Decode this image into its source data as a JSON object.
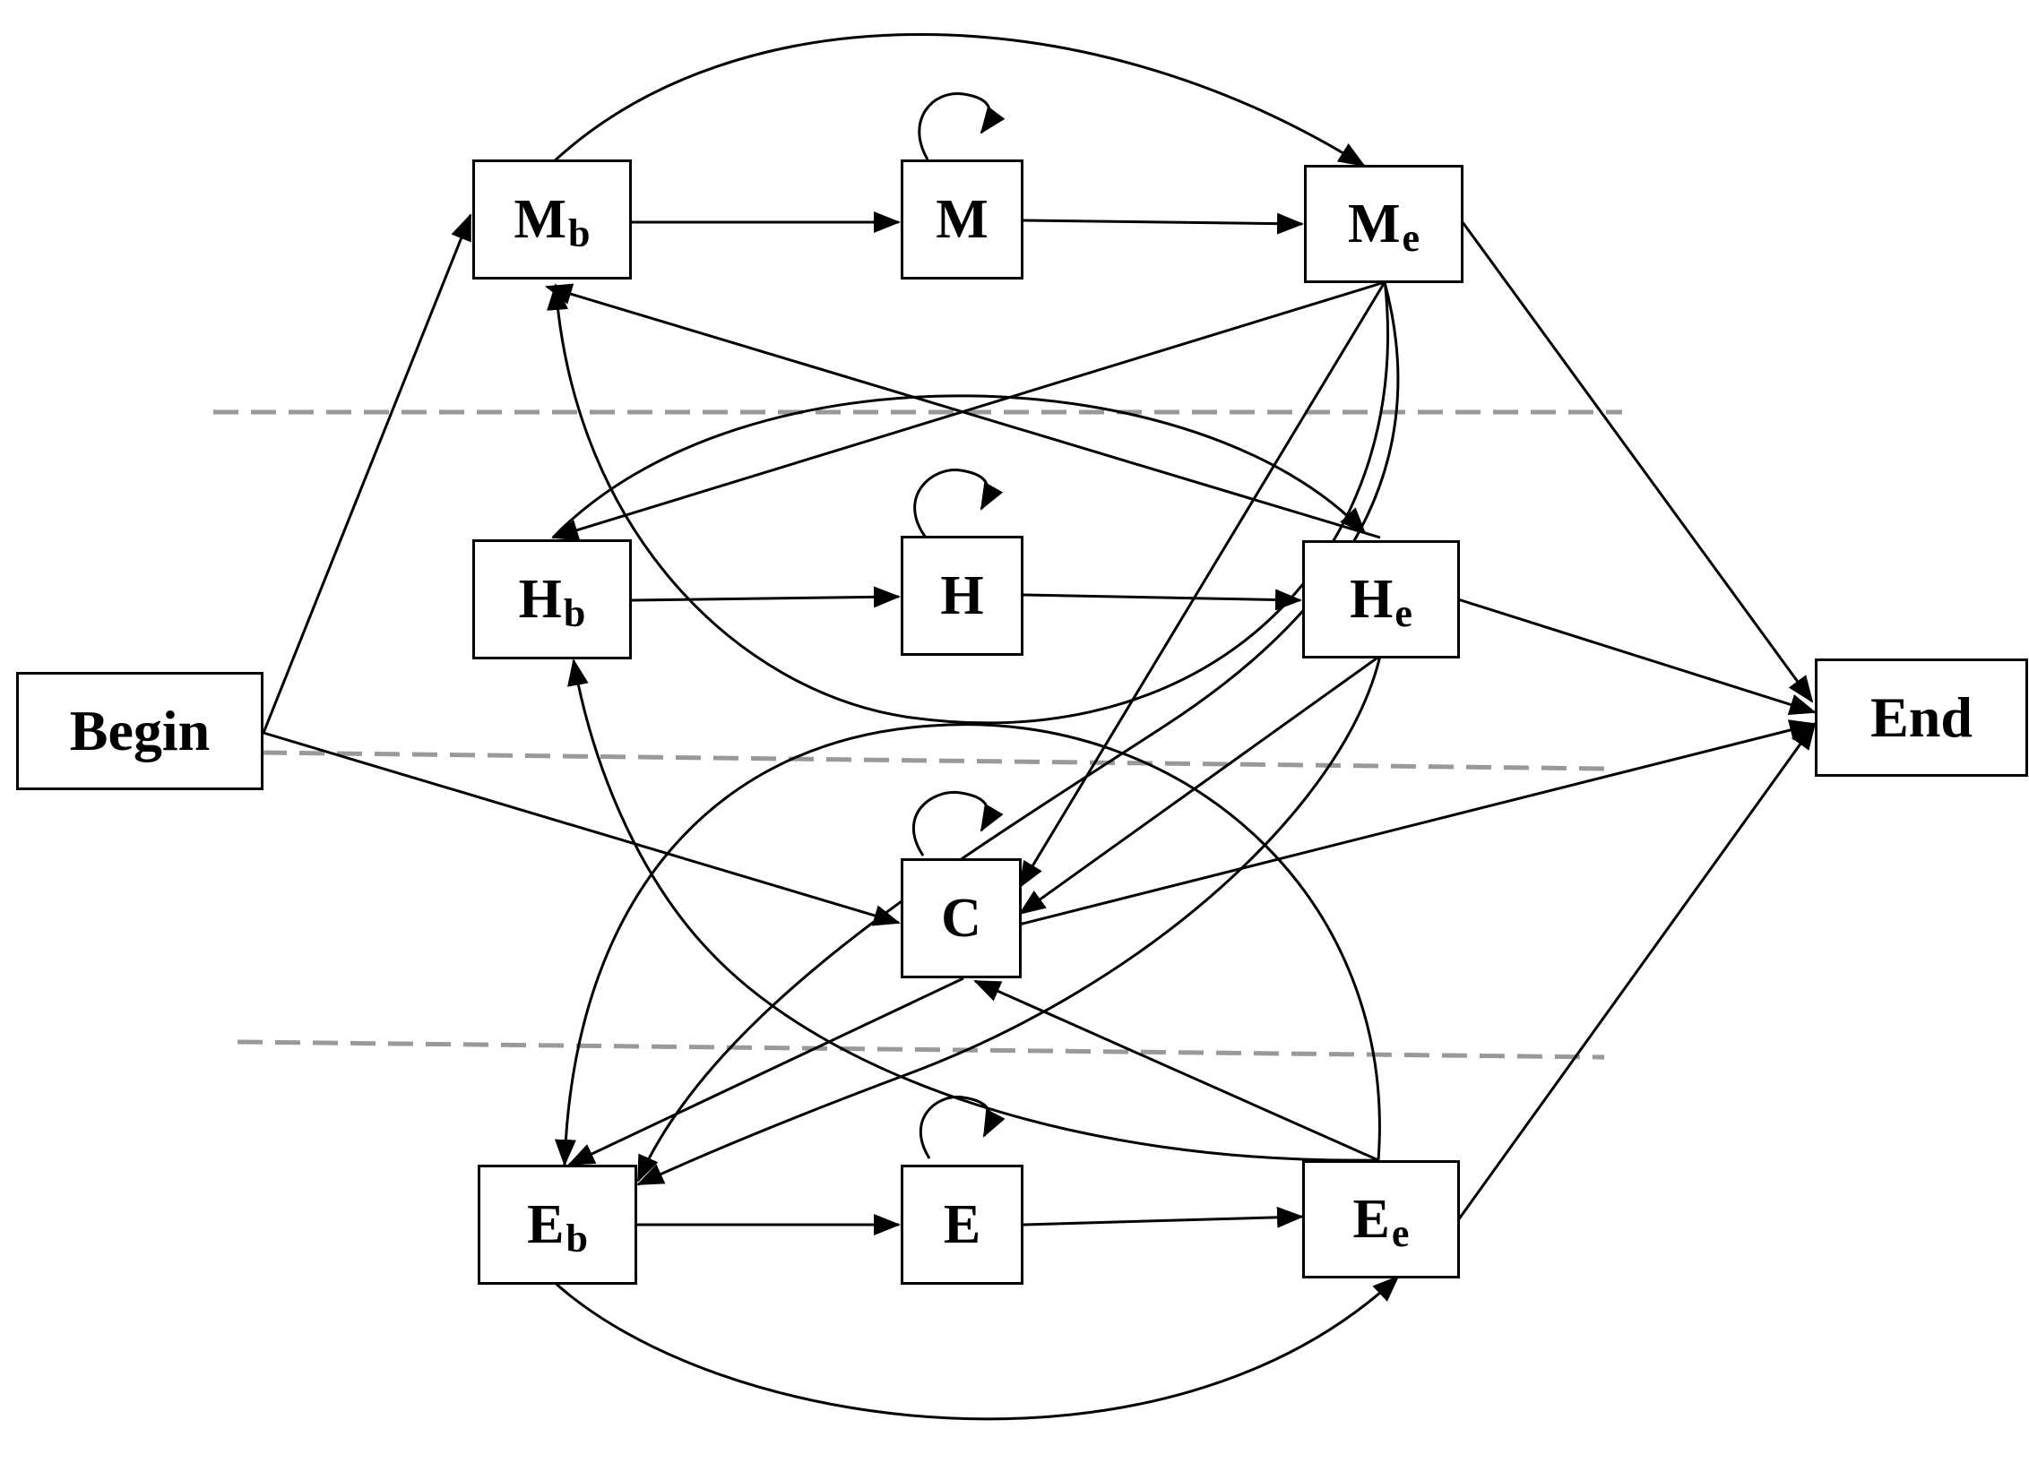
{
  "nodes": {
    "begin": {
      "label": "Begin",
      "sub": ""
    },
    "end": {
      "label": "End",
      "sub": ""
    },
    "mb": {
      "label": "M",
      "sub": "b"
    },
    "m": {
      "label": "M",
      "sub": ""
    },
    "me": {
      "label": "M",
      "sub": "e"
    },
    "hb": {
      "label": "H",
      "sub": "b"
    },
    "h": {
      "label": "H",
      "sub": ""
    },
    "he": {
      "label": "H",
      "sub": "e"
    },
    "c": {
      "label": "C",
      "sub": ""
    },
    "eb": {
      "label": "E",
      "sub": "b"
    },
    "e": {
      "label": "E",
      "sub": ""
    },
    "ee": {
      "label": "E",
      "sub": "e"
    }
  },
  "edges": [
    {
      "from": "Begin",
      "to": "Mb"
    },
    {
      "from": "Begin",
      "to": "C"
    },
    {
      "from": "Mb",
      "to": "M"
    },
    {
      "from": "M",
      "to": "Me"
    },
    {
      "from": "M",
      "to": "M"
    },
    {
      "from": "Mb",
      "to": "Me"
    },
    {
      "from": "Me",
      "to": "End"
    },
    {
      "from": "Me",
      "to": "Hb"
    },
    {
      "from": "Me",
      "to": "C"
    },
    {
      "from": "Me",
      "to": "Eb"
    },
    {
      "from": "Hb",
      "to": "H"
    },
    {
      "from": "H",
      "to": "He"
    },
    {
      "from": "H",
      "to": "H"
    },
    {
      "from": "Hb",
      "to": "He"
    },
    {
      "from": "He",
      "to": "Mb"
    },
    {
      "from": "He",
      "to": "C"
    },
    {
      "from": "He",
      "to": "Eb"
    },
    {
      "from": "He",
      "to": "End"
    },
    {
      "from": "C",
      "to": "C"
    },
    {
      "from": "C",
      "to": "End"
    },
    {
      "from": "C",
      "to": "Eb"
    },
    {
      "from": "Eb",
      "to": "E"
    },
    {
      "from": "E",
      "to": "Ee"
    },
    {
      "from": "E",
      "to": "E"
    },
    {
      "from": "Eb",
      "to": "Ee"
    },
    {
      "from": "Ee",
      "to": "C"
    },
    {
      "from": "Ee",
      "to": "Hb"
    },
    {
      "from": "Ee",
      "to": "End"
    }
  ],
  "colors": {
    "stroke": "#000000",
    "divider": "#999999",
    "background": "#ffffff"
  }
}
